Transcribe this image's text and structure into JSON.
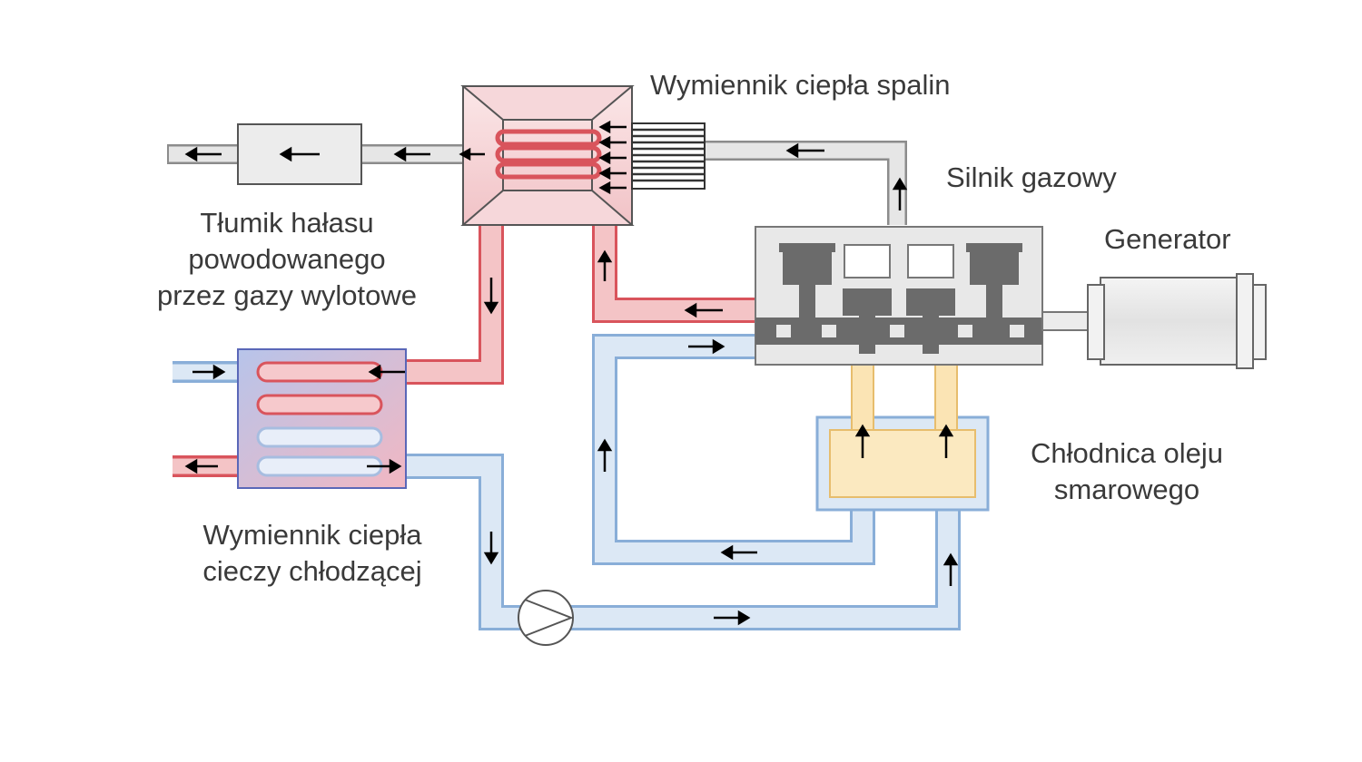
{
  "labels": {
    "exhaust_heat_exchanger": "Wymiennik ciepła spalin",
    "gas_engine": "Silnik gazowy",
    "generator": "Generator",
    "silencer": [
      "Tłumik hałasu",
      "powodowanego",
      "przez gazy wylotowe"
    ],
    "coolant_heat_exchanger": [
      "Wymiennik ciepła",
      "cieczy chłodzącej"
    ],
    "oil_cooler": [
      "Chłodnica oleju",
      "smarowego"
    ]
  },
  "colors": {
    "hot_pipe": "#f4c4c6",
    "hot_pipe_edge": "#d9545c",
    "cold_pipe": "#dce8f5",
    "cold_pipe_edge": "#89aed8",
    "oil_pipe": "#fbe4b4",
    "oil_pipe_edge": "#e7bd6d",
    "exhaust_pipe": "#e6e6e6",
    "exhaust_pipe_edge": "#8c8c8c",
    "engine_body": "#e8e8e8",
    "engine_dark": "#6b6b6b",
    "text": "#3a3a3a"
  }
}
